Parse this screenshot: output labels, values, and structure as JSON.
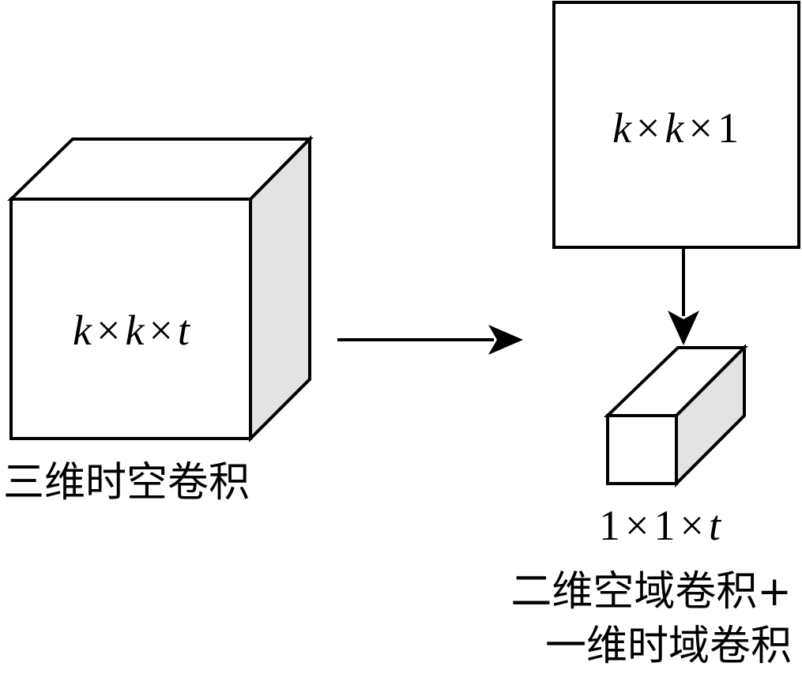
{
  "colors": {
    "stroke": "#000000",
    "face_front": "#ffffff",
    "face_top": "#ffffff",
    "face_side": "#e3e3e3",
    "background": "#ffffff"
  },
  "left_block": {
    "dim_a": "k",
    "times1": "×",
    "dim_b": "k",
    "times2": "×",
    "dim_c": "t",
    "caption": "三维时空卷积"
  },
  "right_square": {
    "dim_a": "k",
    "times1": "×",
    "dim_b": "k",
    "times2": "×",
    "dim_c": "1"
  },
  "right_block": {
    "dim_a": "1",
    "times1": "×",
    "dim_b": "1",
    "times2": "×",
    "dim_c": "t",
    "caption_line1": "二维空域卷积+",
    "caption_line2": "一维时域卷积"
  }
}
